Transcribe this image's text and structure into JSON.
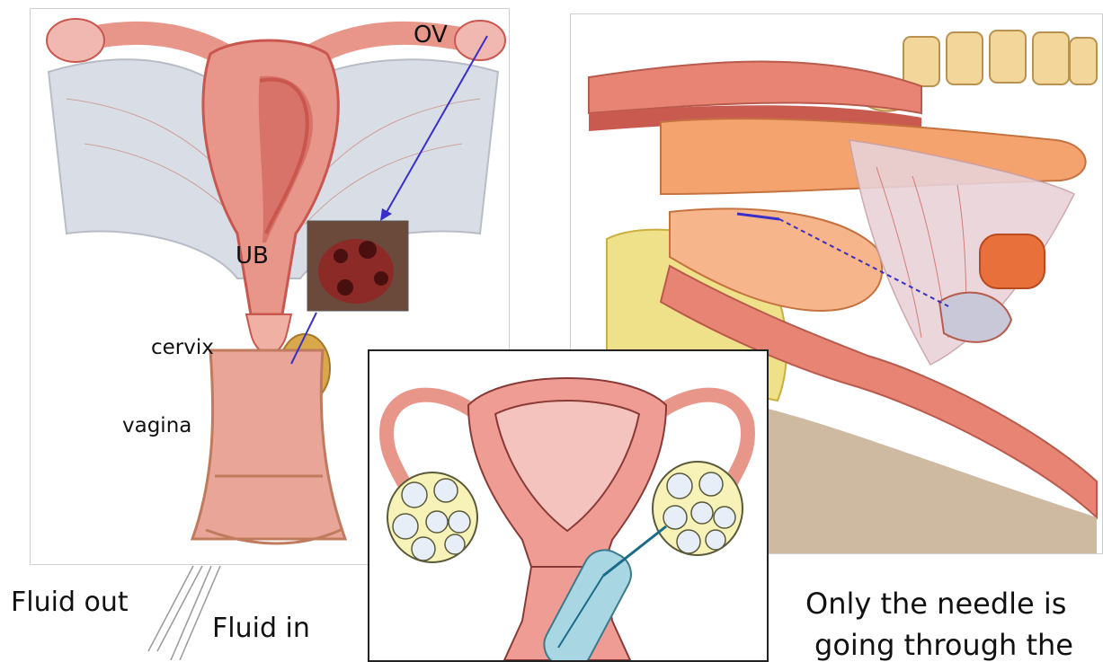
{
  "left_figure": {
    "labels": {
      "ov": "OV",
      "ub": "UB",
      "cervix": "cervix",
      "vagina": "vagina"
    }
  },
  "captions": {
    "fluid_out": "Fluid out",
    "fluid_in": "Fluid in",
    "needle_note_line1": "Only the needle is",
    "needle_note_line2": "going through the"
  },
  "colors": {
    "tissue_pink": "#e8968a",
    "tissue_dark": "#c9574f",
    "ligament": "#d8dde6",
    "arrow": "#3a2fc9",
    "fat_yellow": "#efe08a",
    "probe_blue": "#a9d6e3"
  }
}
